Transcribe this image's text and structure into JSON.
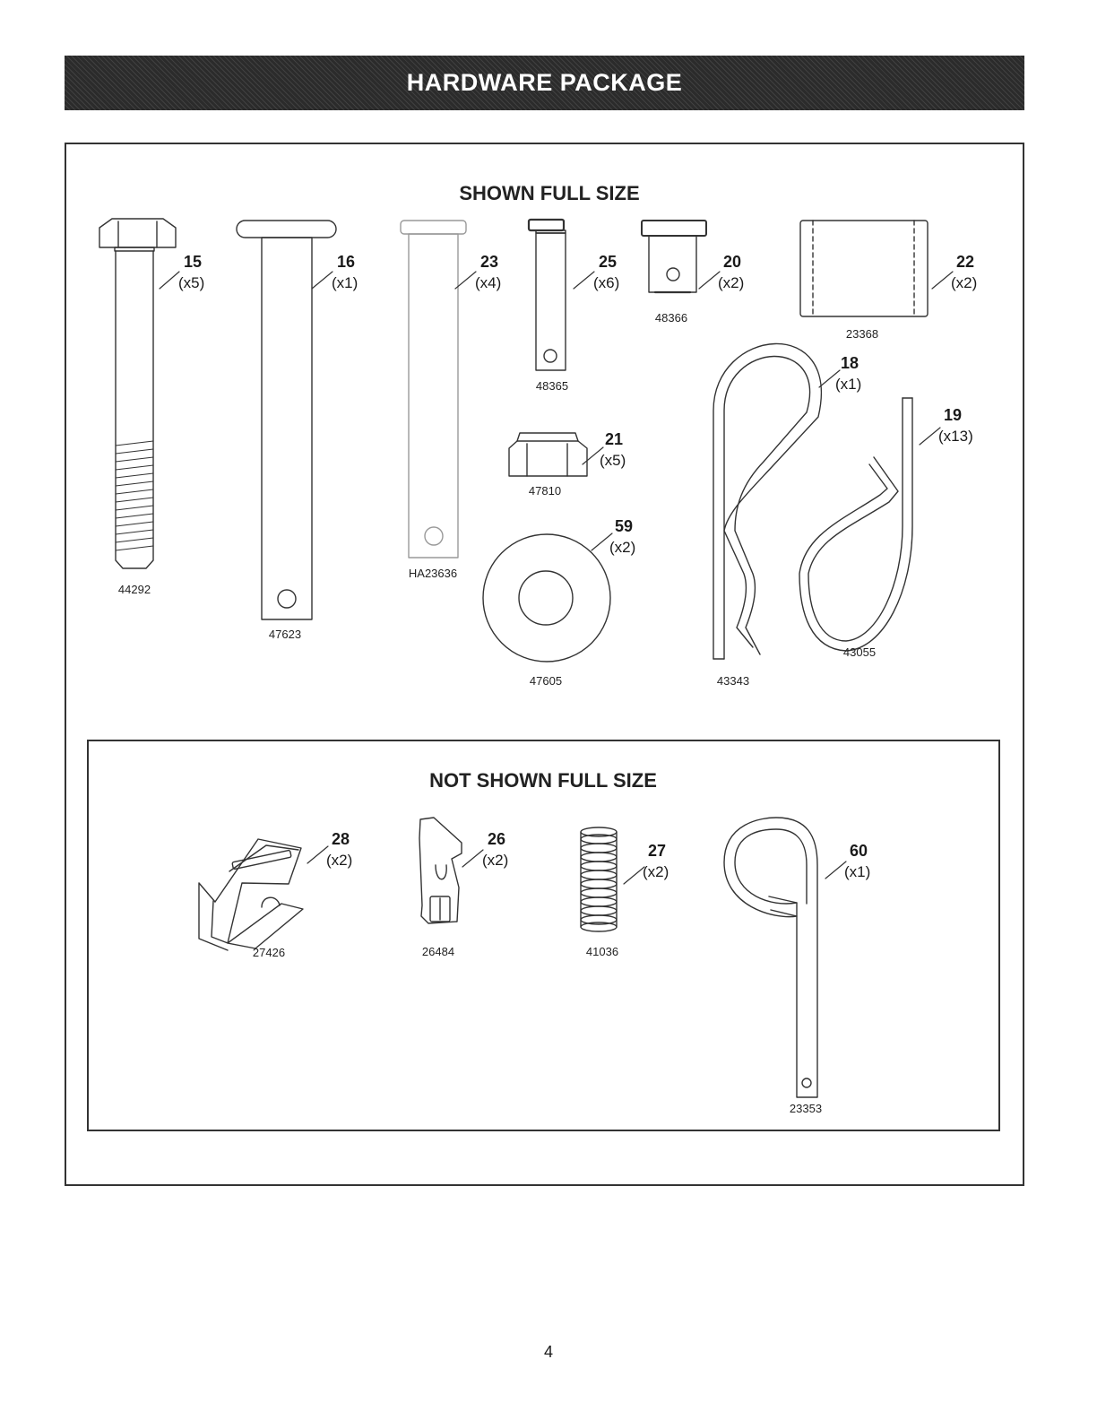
{
  "header": {
    "title": "HARDWARE PACKAGE"
  },
  "sections": {
    "full_size_title": "SHOWN FULL SIZE",
    "not_full_size_title": "NOT SHOWN FULL SIZE"
  },
  "parts": [
    {
      "ref": "15",
      "qty": "(x5)",
      "part_no": "44292",
      "icon": "hex-bolt-icon"
    },
    {
      "ref": "16",
      "qty": "(x1)",
      "part_no": "47623",
      "icon": "clevis-pin-long-icon"
    },
    {
      "ref": "23",
      "qty": "(x4)",
      "part_no": "HA23636",
      "icon": "clevis-pin-icon"
    },
    {
      "ref": "25",
      "qty": "(x6)",
      "part_no": "48365",
      "icon": "clevis-pin-short-icon"
    },
    {
      "ref": "20",
      "qty": "(x2)",
      "part_no": "48366",
      "icon": "pin-stub-icon"
    },
    {
      "ref": "22",
      "qty": "(x2)",
      "part_no": "23368",
      "icon": "spacer-icon"
    },
    {
      "ref": "21",
      "qty": "(x5)",
      "part_no": "47810",
      "icon": "lock-nut-icon"
    },
    {
      "ref": "59",
      "qty": "(x2)",
      "part_no": "47605",
      "icon": "flat-washer-icon"
    },
    {
      "ref": "18",
      "qty": "(x1)",
      "part_no": "43343",
      "icon": "hairpin-large-icon"
    },
    {
      "ref": "19",
      "qty": "(x13)",
      "part_no": "43055",
      "icon": "hairpin-small-icon"
    },
    {
      "ref": "28",
      "qty": "(x2)",
      "part_no": "27426",
      "icon": "bracket-icon"
    },
    {
      "ref": "26",
      "qty": "(x2)",
      "part_no": "26484",
      "icon": "latch-plate-icon"
    },
    {
      "ref": "27",
      "qty": "(x2)",
      "part_no": "41036",
      "icon": "spring-icon"
    },
    {
      "ref": "60",
      "qty": "(x1)",
      "part_no": "23353",
      "icon": "pin-hook-icon"
    }
  ],
  "footer": {
    "page_number": "4"
  }
}
